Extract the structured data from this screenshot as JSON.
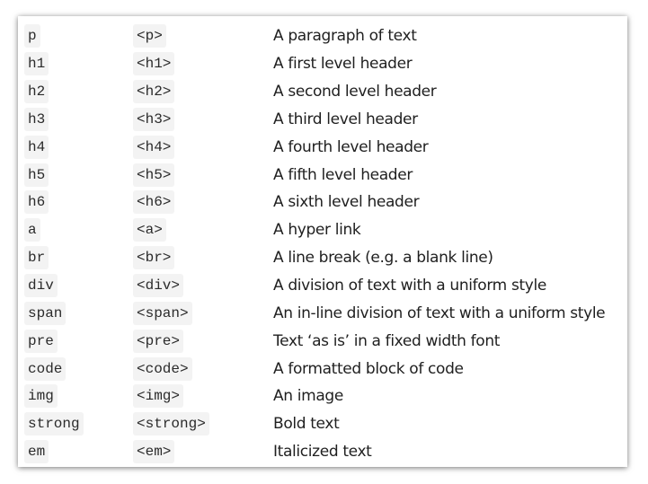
{
  "rows": [
    {
      "name": "p",
      "tag": "<p>",
      "desc": "A paragraph of text"
    },
    {
      "name": "h1",
      "tag": "<h1>",
      "desc": "A first level header"
    },
    {
      "name": "h2",
      "tag": "<h2>",
      "desc": "A second level header"
    },
    {
      "name": "h3",
      "tag": "<h3>",
      "desc": "A third level header"
    },
    {
      "name": "h4",
      "tag": "<h4>",
      "desc": "A fourth level header"
    },
    {
      "name": "h5",
      "tag": "<h5>",
      "desc": "A fifth level header"
    },
    {
      "name": "h6",
      "tag": "<h6>",
      "desc": "A sixth level header"
    },
    {
      "name": "a",
      "tag": "<a>",
      "desc": "A hyper link"
    },
    {
      "name": "br",
      "tag": "<br>",
      "desc": "A line break (e.g. a blank line)"
    },
    {
      "name": "div",
      "tag": "<div>",
      "desc": "A division of text with a uniform style"
    },
    {
      "name": "span",
      "tag": "<span>",
      "desc": "An in-line division of text with a uniform style"
    },
    {
      "name": "pre",
      "tag": "<pre>",
      "desc": "Text ‘as is’ in a fixed width font"
    },
    {
      "name": "code",
      "tag": "<code>",
      "desc": "A formatted block of code"
    },
    {
      "name": "img",
      "tag": "<img>",
      "desc": "An image"
    },
    {
      "name": "strong",
      "tag": "<strong>",
      "desc": "Bold text"
    },
    {
      "name": "em",
      "tag": "<em>",
      "desc": "Italicized text"
    }
  ]
}
